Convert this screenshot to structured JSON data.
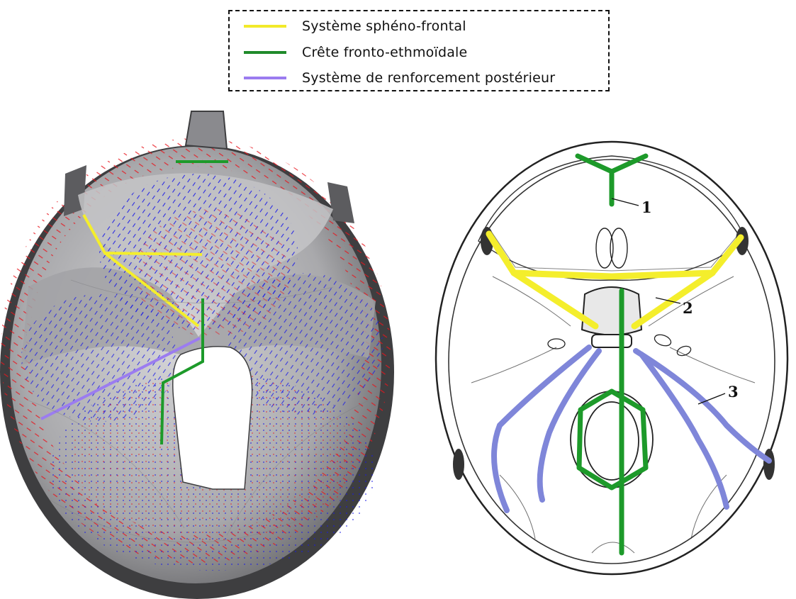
{
  "legend": {
    "items": [
      {
        "label": "Système sphéno-frontal",
        "color": "#f2ea2a"
      },
      {
        "label": "Crête fronto-ethmoïdale",
        "color": "#1f8a2a"
      },
      {
        "label": "Système de renforcement postérieur",
        "color": "#9b7cf0"
      }
    ]
  },
  "diagram": {
    "callouts": [
      "1",
      "2",
      "3"
    ],
    "colors": {
      "mesh": "#b9b9bc",
      "mesh_dark": "#4a4a4c",
      "vector_red": "#e8141c",
      "vector_blue": "#1a1ae6",
      "drawing_green": "#1d9a2a",
      "drawing_yellow": "#f4ee2c",
      "drawing_purple": "#7f86d9"
    }
  }
}
